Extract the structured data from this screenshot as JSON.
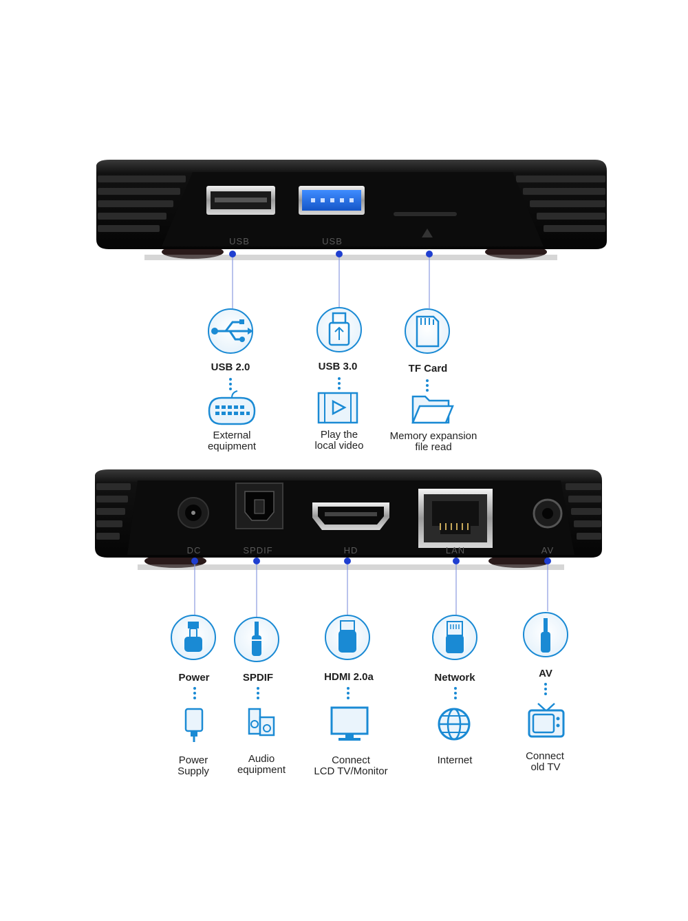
{
  "top_panel": {
    "port_prints": [
      "USB",
      "USB"
    ],
    "ports": [
      {
        "label": "USB 2.0",
        "use_line1": "External",
        "use_line2": "equipment",
        "icon": "usb-symbol-icon",
        "use_icon": "keyboard-icon"
      },
      {
        "label": "USB 3.0",
        "use_line1": "Play the",
        "use_line2": "local video",
        "icon": "usb-stick-icon",
        "use_icon": "video-play-icon"
      },
      {
        "label": "TF Card",
        "use_line1": "Memory expansion",
        "use_line2": "file read",
        "icon": "sd-card-icon",
        "use_icon": "folder-icon"
      }
    ]
  },
  "bottom_panel": {
    "port_prints": [
      "DC",
      "SPDIF",
      "HD",
      "LAN",
      "AV"
    ],
    "ports": [
      {
        "label": "Power",
        "use_line1": "Power",
        "use_line2": "Supply",
        "icon": "power-plug-icon",
        "use_icon": "power-adapter-icon"
      },
      {
        "label": "SPDIF",
        "use_line1": "Audio",
        "use_line2": "equipment",
        "icon": "audio-jack-icon",
        "use_icon": "speaker-icon"
      },
      {
        "label": "HDMI 2.0a",
        "use_line1": "Connect",
        "use_line2": "LCD TV/Monitor",
        "icon": "hdmi-cable-icon",
        "use_icon": "monitor-icon"
      },
      {
        "label": "Network",
        "use_line1": "Internet",
        "use_line2": "",
        "icon": "ethernet-cable-icon",
        "use_icon": "globe-icon"
      },
      {
        "label": "AV",
        "use_line1": "Connect",
        "use_line2": "old TV",
        "icon": "av-jack-icon",
        "use_icon": "retro-tv-icon"
      }
    ]
  },
  "colors": {
    "accent": "#1a8ad4",
    "connector": "#1f3fd0",
    "line": "#8a9ae0",
    "device": "#161616"
  }
}
